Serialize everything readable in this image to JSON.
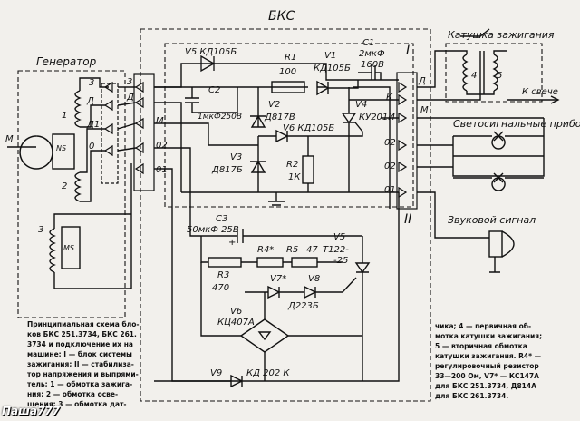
{
  "labels": {
    "bks": "БКС",
    "generator": "Генератор",
    "coil": "Катушка зажигания",
    "to_plug": "К свече",
    "lamps": "Светосигнальные приборы",
    "buzzer": "Звуковой сигнал",
    "roman1": "I",
    "roman2": "II",
    "M_left": "М",
    "coil4": "4",
    "coil5": "5"
  },
  "components": {
    "V5_top": "V5 КД105Б",
    "C2": "C2",
    "C2_val": "1мкФ250В",
    "R1": "R1",
    "R1_val": "100",
    "V1": "V1",
    "V1_type": "КД105Б",
    "C1": "C1",
    "C1_val1": "2мкФ",
    "C1_val2": "160В",
    "V2": "V2",
    "V2_type": "Д817В",
    "V6_top": "V6 КД105Б",
    "V3": "V3",
    "V3_type": "Д817Б",
    "R2": "R2",
    "R2_val": "1К",
    "V4": "V4",
    "V4_type": "КУ201И",
    "C3": "C3",
    "C3_val": "50мкФ 25В",
    "plus": "+",
    "R4": "R4*",
    "R5": "R5",
    "R5_val": "47",
    "V5_low": "V5",
    "V5_low_type": "Т122-",
    "V5_low_suffix": "-25",
    "R3": "R3",
    "R3_val": "470",
    "V7": "V7*",
    "V8": "V8",
    "V8_type": "Д223Б",
    "V6_low": "V6",
    "V6_low_type": "КЦ407А",
    "V9": "V9",
    "V9_type": "КД 202 К"
  },
  "terminals": {
    "gen": [
      "3",
      "Д",
      "Д1",
      "0"
    ],
    "gen_windings": [
      "1",
      "2",
      "3"
    ],
    "bks_left": [
      "3",
      "Д",
      "М",
      "02",
      "01"
    ],
    "bks_right": [
      "Д",
      "К",
      "М",
      "02",
      "02",
      "01"
    ],
    "ns": "NS",
    "ms": "MS"
  },
  "caption_left": [
    "Принципиальная схема бло-",
    "ков БКС 251.3734, БКС 261.",
    "3734 и подключение их на",
    "машине: I — блок системы",
    "зажигания; II — стабилиза-",
    "тор напряжения и выпрями-",
    "тель; 1 — обмотка зажига-",
    "ния; 2 — обмотка осве-",
    "щения; 3 — обмотка дат-"
  ],
  "caption_right": [
    "чика; 4 — первичная об-",
    "мотка катушки зажигания;",
    "5 — вторичная обмотка",
    "катушки зажигания. R4* —",
    "регулировочный резистор",
    "33—200 Ом, V7* — КС147А",
    "для БКС 251.3734, Д814А",
    "для БКС 261.3734."
  ],
  "watermark": "Паша777"
}
